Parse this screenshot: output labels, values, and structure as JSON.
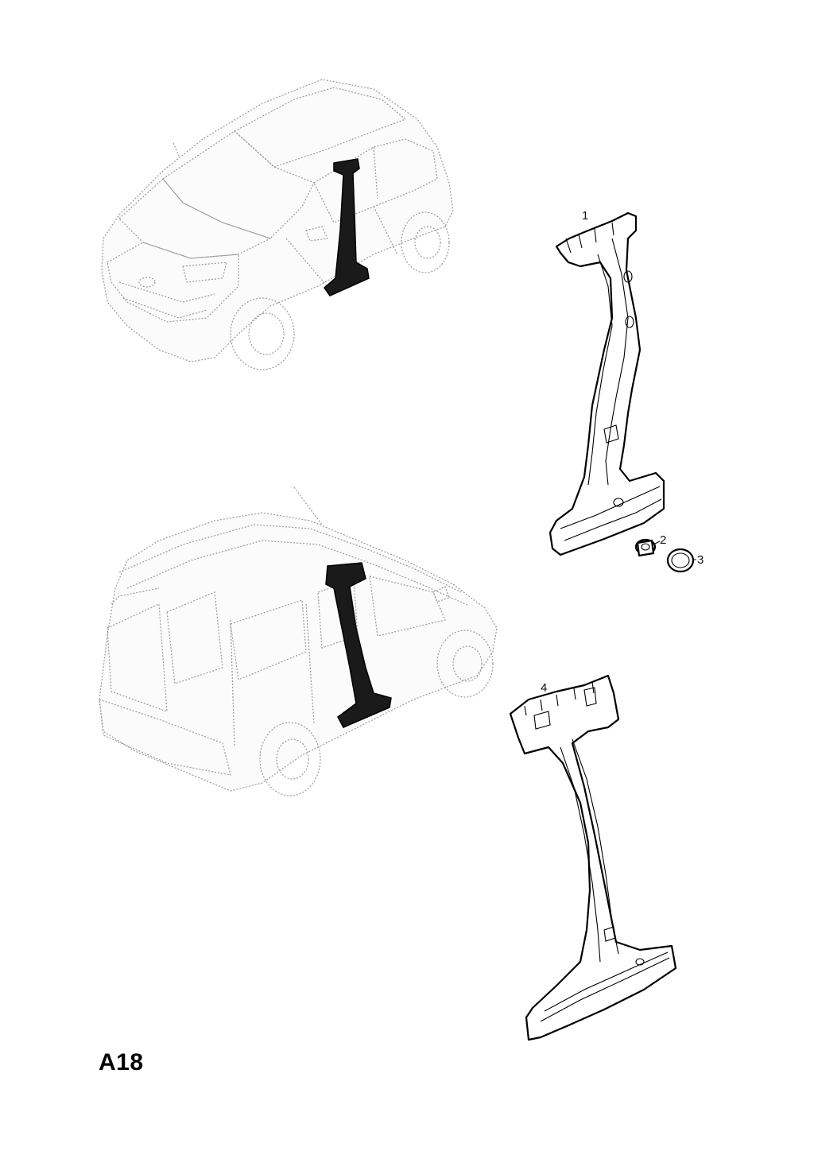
{
  "figure": {
    "page_code": "A18",
    "callouts": [
      {
        "id": "1",
        "label": "1"
      },
      {
        "id": "2",
        "label": "2"
      },
      {
        "id": "3",
        "label": "3"
      },
      {
        "id": "4",
        "label": "4"
      }
    ]
  }
}
